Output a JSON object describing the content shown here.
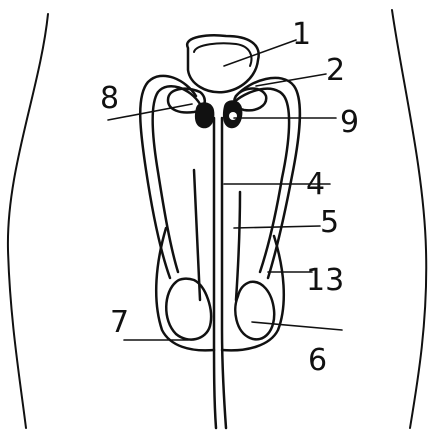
{
  "diagram": {
    "labels": [
      {
        "id": "1",
        "text": "1"
      },
      {
        "id": "2",
        "text": "2"
      },
      {
        "id": "4",
        "text": "4"
      },
      {
        "id": "5",
        "text": "5"
      },
      {
        "id": "6",
        "text": "6"
      },
      {
        "id": "7",
        "text": "7"
      },
      {
        "id": "8",
        "text": "8"
      },
      {
        "id": "9",
        "text": "9"
      },
      {
        "id": "13",
        "text": "13"
      }
    ],
    "colors": {
      "ink": "#111111",
      "paper": "#ffffff",
      "shading": "#d9d9d9"
    }
  }
}
